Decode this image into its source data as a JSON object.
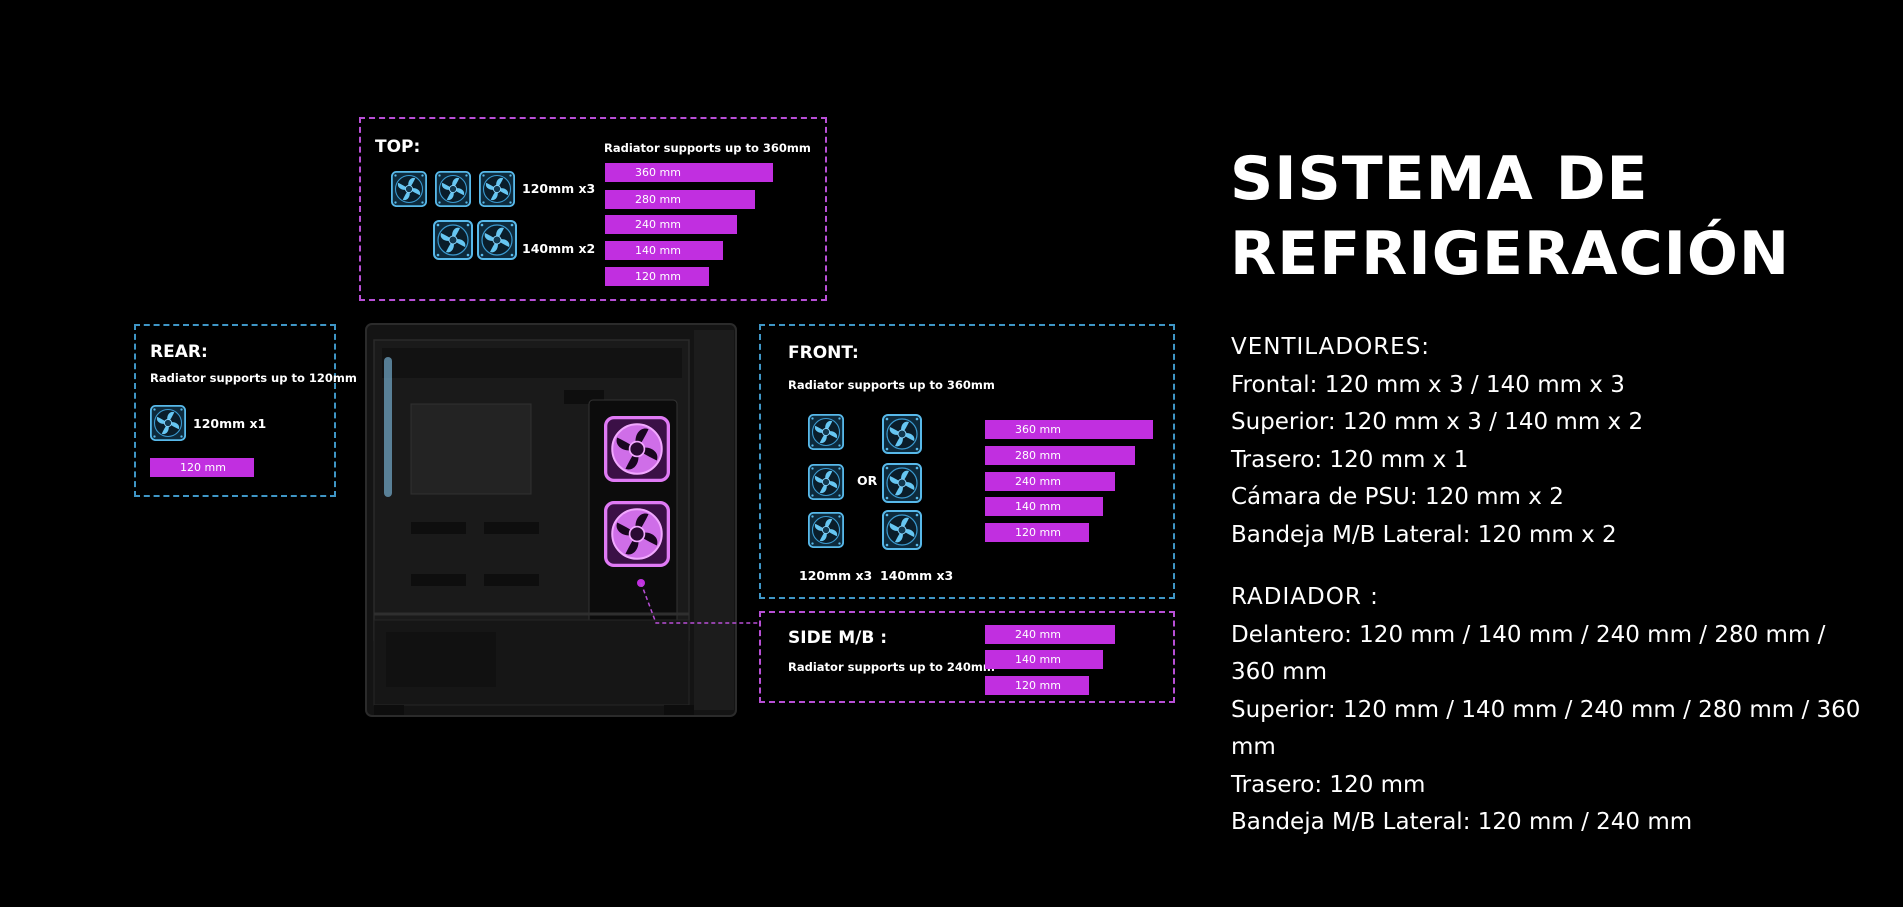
{
  "heading": {
    "line1": "SISTEMA DE",
    "line2": "REFRIGERACIÓN"
  },
  "ventiladores": {
    "title": "VENTILADORES:",
    "lines": [
      "Frontal: 120 mm x 3 / 140 mm x 3",
      "Superior: 120 mm x 3 / 140 mm x 2",
      "Trasero: 120 mm x 1",
      "Cámara de PSU: 120 mm x 2",
      "Bandeja M/B Lateral: 120 mm x 2"
    ]
  },
  "radiador": {
    "title": "RADIADOR :",
    "lines": [
      "Delantero: 120 mm / 140 mm / 240 mm / 280 mm / 360 mm",
      "Superior: 120 mm / 140 mm / 240 mm / 280 mm / 360 mm",
      "Trasero: 120 mm",
      "Bandeja M/B Lateral: 120 mm / 240 mm"
    ]
  },
  "top": {
    "title": "TOP:",
    "note": "Radiator supports up to 360mm",
    "fan_label_a": "120mm x3",
    "fan_label_b": "140mm x2",
    "bars": [
      "360 mm",
      "280 mm",
      "240 mm",
      "140 mm",
      "120 mm"
    ]
  },
  "rear": {
    "title": "REAR:",
    "note": "Radiator supports up to 120mm",
    "fan_label": "120mm x1",
    "bars": [
      "120 mm"
    ]
  },
  "front": {
    "title": "FRONT:",
    "note": "Radiator supports up to 360mm",
    "or_label": "OR",
    "fan_label_a": "120mm x3",
    "fan_label_b": "140mm x3",
    "bars": [
      "360 mm",
      "280 mm",
      "240 mm",
      "140 mm",
      "120 mm"
    ]
  },
  "side": {
    "title": "SIDE M/B :",
    "note": "Radiator supports up to 240mm",
    "bars": [
      "240 mm",
      "140 mm",
      "120 mm"
    ]
  },
  "colors": {
    "accent": "#c12fe0",
    "box_purple": "#b84fd6",
    "box_blue": "#3f96c6",
    "fan_blue": "#4fb6e8",
    "fan_purple": "#d05be8"
  },
  "icons": {
    "fan": "fan-icon",
    "case": "pc-case-illustration"
  }
}
